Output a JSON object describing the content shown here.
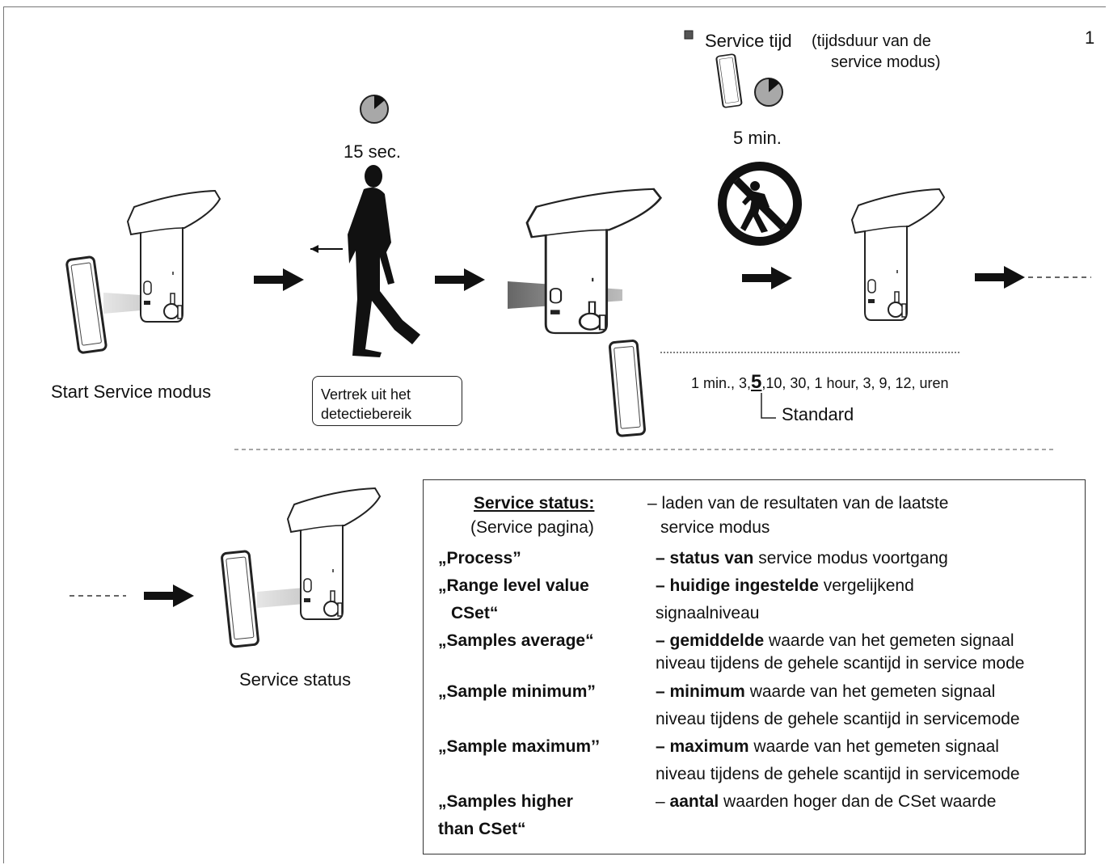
{
  "page_number": "1",
  "service_time": {
    "label": "Service tijd",
    "note_line1": "(tijdsduur van de",
    "note_line2": "service modus)",
    "duration": "5 min."
  },
  "detection_timer": "15 sec.",
  "labels": {
    "start_service": "Start Service modus",
    "leave_area_line1": "Vertrek uit het",
    "leave_area_line2": "detectiebereik",
    "service_status": "Service status"
  },
  "time_options": {
    "before": "1 min., 3,",
    "selected": "5",
    "after": ",10, 30, 1 hour, 3, 9, 12, uren",
    "default_label": "Standard"
  },
  "status_table": {
    "header_title": "Service status:",
    "header_subtitle": "(Service pagina)",
    "header_desc_line1": "– laden van de resultaten van de laatste",
    "header_desc_line2": "service modus",
    "rows": [
      {
        "key_line1": "„Process”",
        "key_line2": "",
        "desc_bold": "– status van",
        "desc_rest": " service modus voortgang",
        "desc_line2": ""
      },
      {
        "key_line1": "„Range level value",
        "key_line2": "CSet“",
        "desc_bold": "– huidige ingestelde",
        "desc_rest": " vergelijkend",
        "desc_line2": "signaalniveau"
      },
      {
        "key_line1": "„Samples average“",
        "key_line2": "",
        "desc_bold": "– gemiddelde",
        "desc_rest": " waarde van het gemeten signaal",
        "desc_line2": "niveau tijdens de gehele scantijd in service mode"
      },
      {
        "key_line1": "„Sample minimum”",
        "key_line2": "",
        "desc_bold": "– minimum",
        "desc_rest": " waarde van het gemeten signaal",
        "desc_line2": "niveau tijdens de gehele scantijd in servicemode"
      },
      {
        "key_line1": "„Sample maximum’’",
        "key_line2": "",
        "desc_bold": "– maximum",
        "desc_rest": " waarde van het gemeten signaal",
        "desc_line2": "niveau tijdens de gehele scantijd in servicemode"
      },
      {
        "key_line1": "„Samples higher",
        "key_line2": "than CSet“",
        "desc_bold": "aantal",
        "desc_prefix": "– ",
        "desc_rest": " waarden hoger dan de CSet waarde",
        "desc_line2": ""
      }
    ]
  },
  "icons": [
    "timer-icon",
    "phone-icon",
    "faucet-icon",
    "walking-person-icon",
    "no-entry-icon",
    "arrow-right-icon"
  ]
}
